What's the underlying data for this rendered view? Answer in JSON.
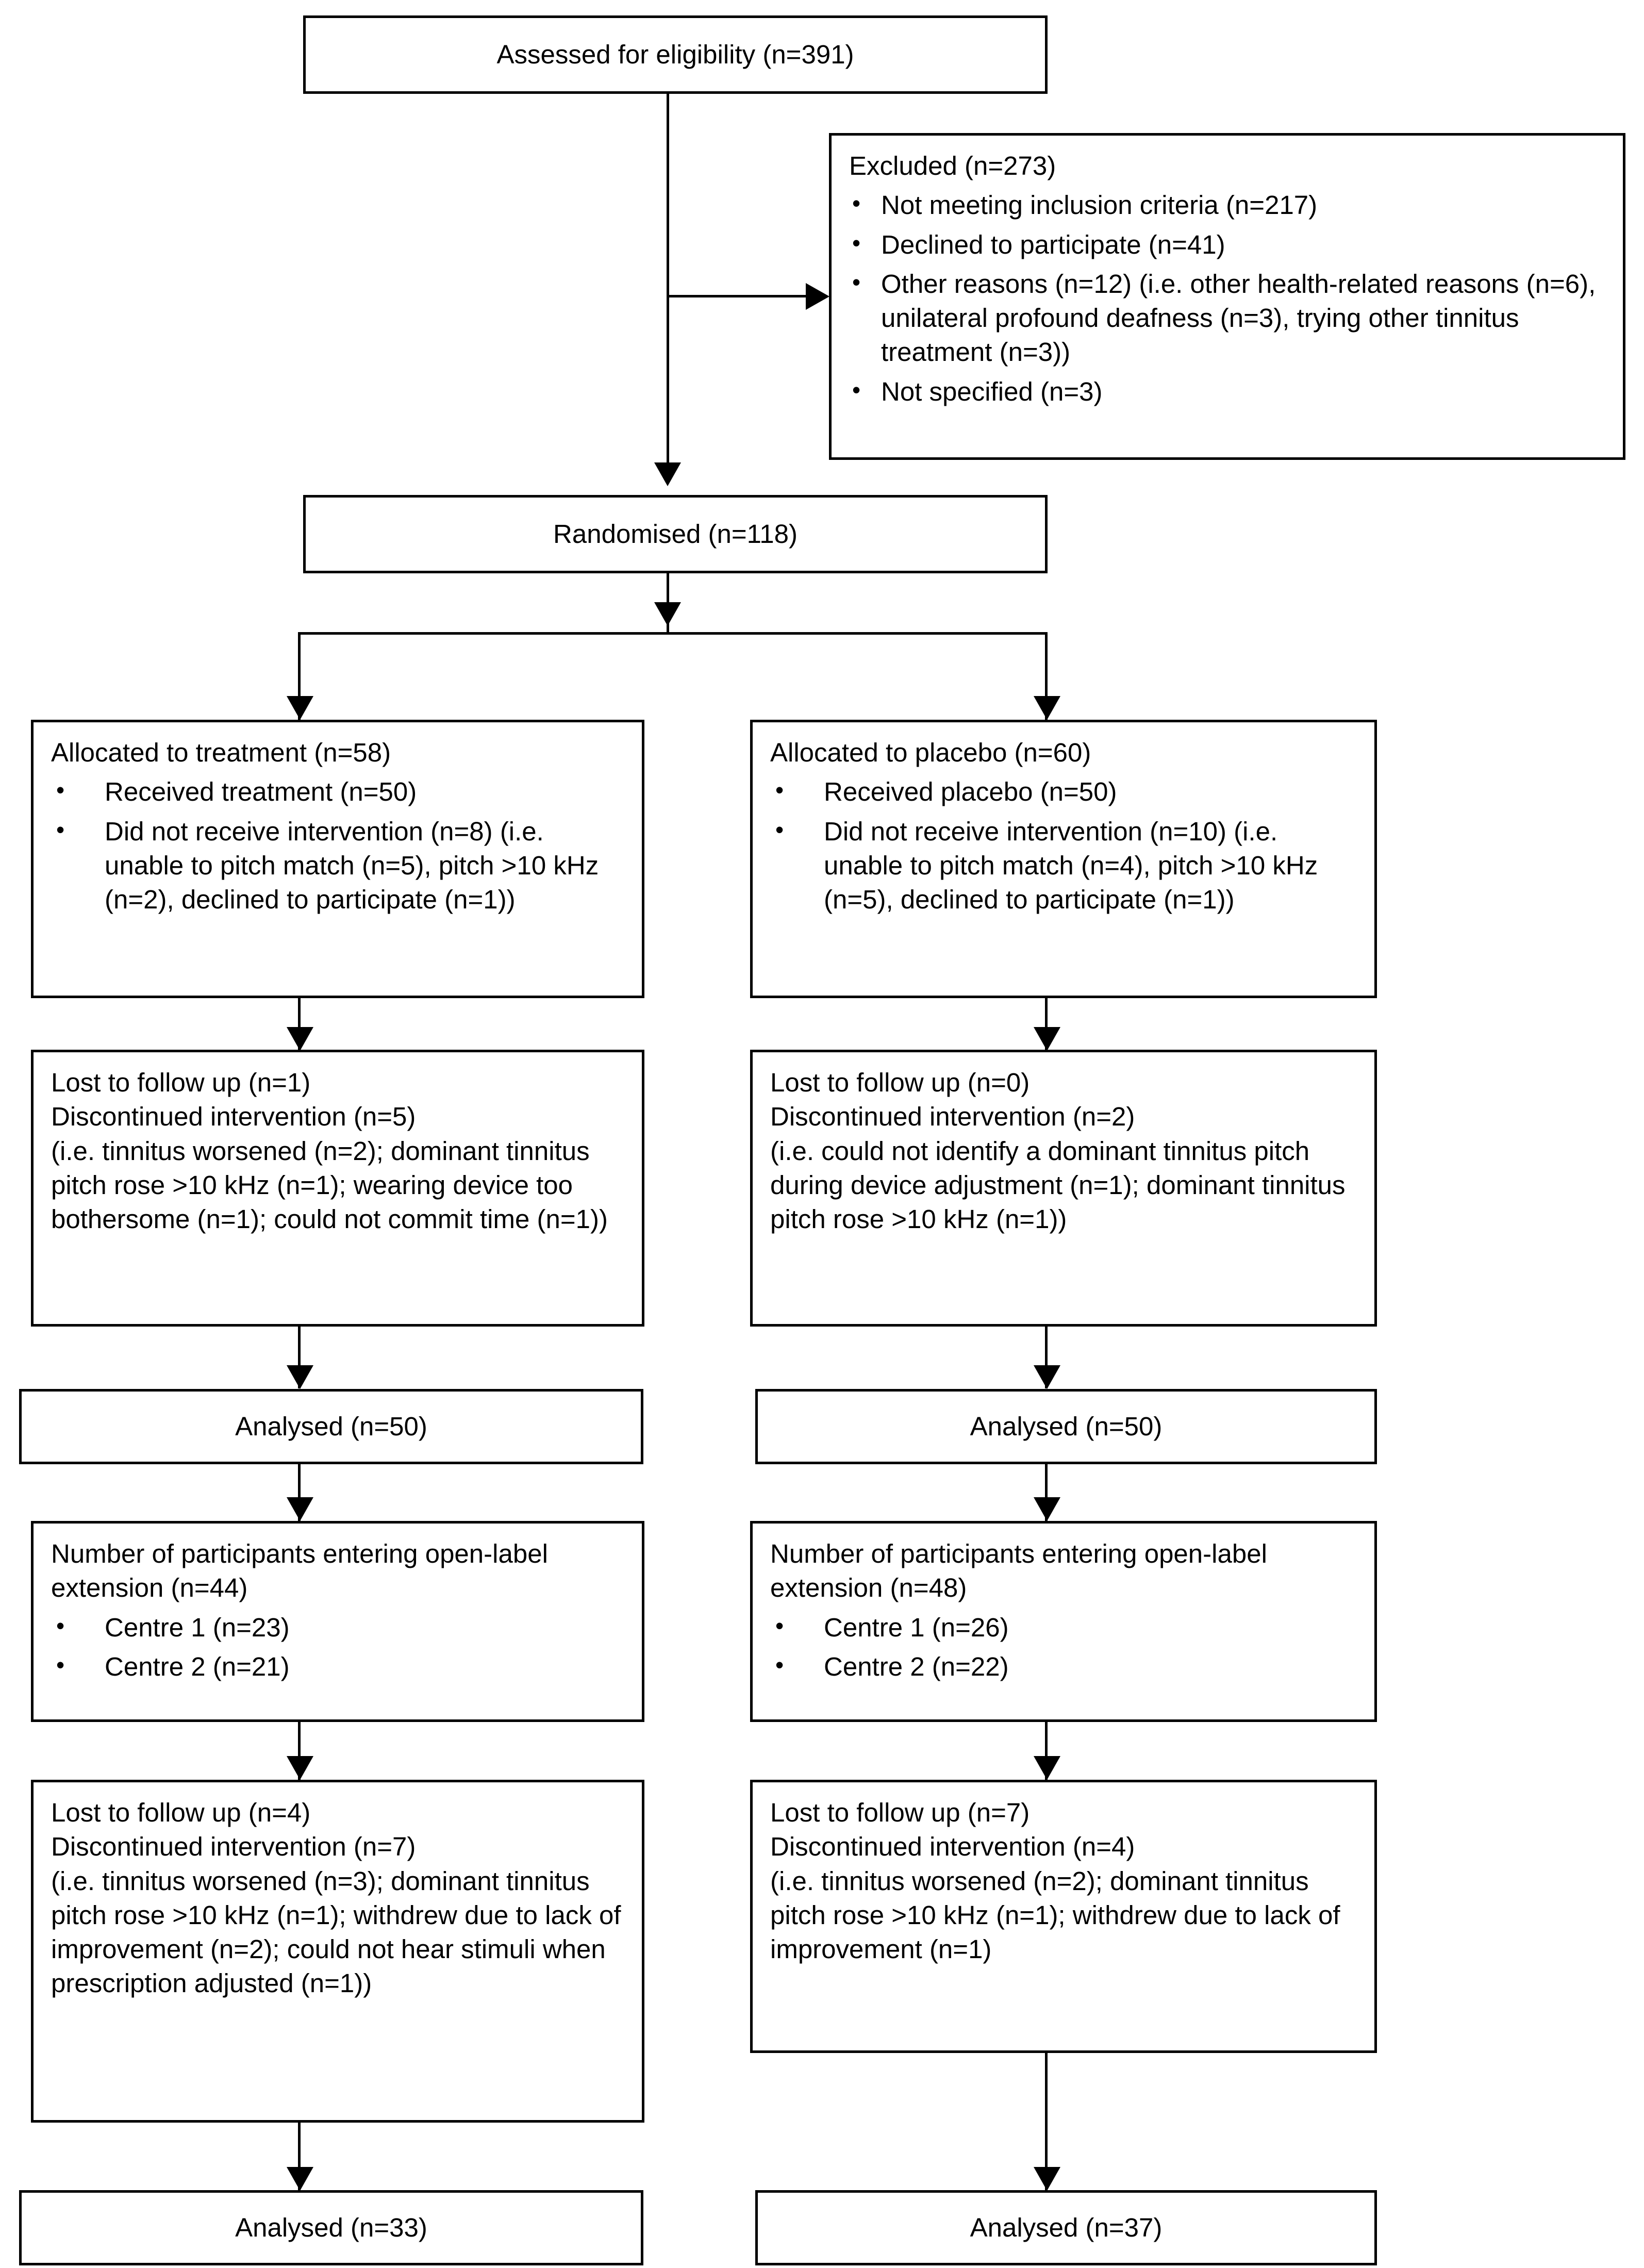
{
  "diagram": {
    "type": "consort-flow-diagram",
    "nodes": {
      "assessed": {
        "title": "Assessed for eligibility (n=391)"
      },
      "excluded": {
        "title": "Excluded (n=273)",
        "bullets": [
          "Not meeting inclusion criteria (n=217)",
          "Declined to participate (n=41)",
          "Other reasons (n=12) (i.e. other health-related reasons (n=6), unilateral profound deafness (n=3), trying other tinnitus treatment (n=3))",
          "Not specified (n=3)"
        ]
      },
      "randomised": {
        "title": "Randomised (n=118)"
      },
      "allocated_treatment": {
        "title": "Allocated to treatment (n=58)",
        "bullets": [
          "Received treatment (n=50)",
          "Did not receive intervention (n=8) (i.e. unable to pitch match (n=5), pitch >10 kHz (n=2), declined to participate (n=1))"
        ]
      },
      "allocated_placebo": {
        "title": "Allocated to placebo (n=60)",
        "bullets": [
          "Received placebo (n=50)",
          "Did not receive intervention (n=10) (i.e. unable to pitch match (n=4), pitch >10 kHz (n=5), declined to participate (n=1))"
        ]
      },
      "followup_treatment_1": {
        "text": "Lost to follow up (n=1)\nDiscontinued intervention (n=5)\n(i.e. tinnitus worsened (n=2); dominant tinnitus pitch rose >10 kHz (n=1); wearing device too bothersome (n=1); could not commit time (n=1))"
      },
      "followup_placebo_1": {
        "text": "Lost to follow up (n=0)\nDiscontinued intervention (n=2)\n(i.e. could not identify a dominant tinnitus pitch during device adjustment (n=1); dominant tinnitus pitch rose >10 kHz (n=1))"
      },
      "analysed_treatment_1": {
        "title": "Analysed (n=50)"
      },
      "analysed_placebo_1": {
        "title": "Analysed (n=50)"
      },
      "extension_treatment": {
        "title": "Number of participants entering open-label extension (n=44)",
        "bullets": [
          "Centre 1 (n=23)",
          "Centre 2 (n=21)"
        ]
      },
      "extension_placebo": {
        "title": "Number of participants entering open-label extension (n=48)",
        "bullets": [
          "Centre 1 (n=26)",
          "Centre 2 (n=22)"
        ]
      },
      "followup_treatment_2": {
        "text": "Lost to follow up (n=4)\nDiscontinued intervention (n=7)\n(i.e. tinnitus worsened (n=3); dominant tinnitus pitch rose >10 kHz (n=1); withdrew due to lack of improvement (n=2); could not hear stimuli when prescription adjusted (n=1))"
      },
      "followup_placebo_2": {
        "text": "Lost to follow up (n=7)\nDiscontinued intervention (n=4)\n(i.e. tinnitus worsened (n=2); dominant tinnitus pitch rose >10 kHz (n=1); withdrew due to lack of improvement (n=1)"
      },
      "analysed_treatment_2": {
        "title": "Analysed (n=33)"
      },
      "analysed_placebo_2": {
        "title": "Analysed (n=37)"
      }
    },
    "colors": {
      "stroke": "#000000",
      "background": "#ffffff",
      "text": "#000000"
    }
  }
}
